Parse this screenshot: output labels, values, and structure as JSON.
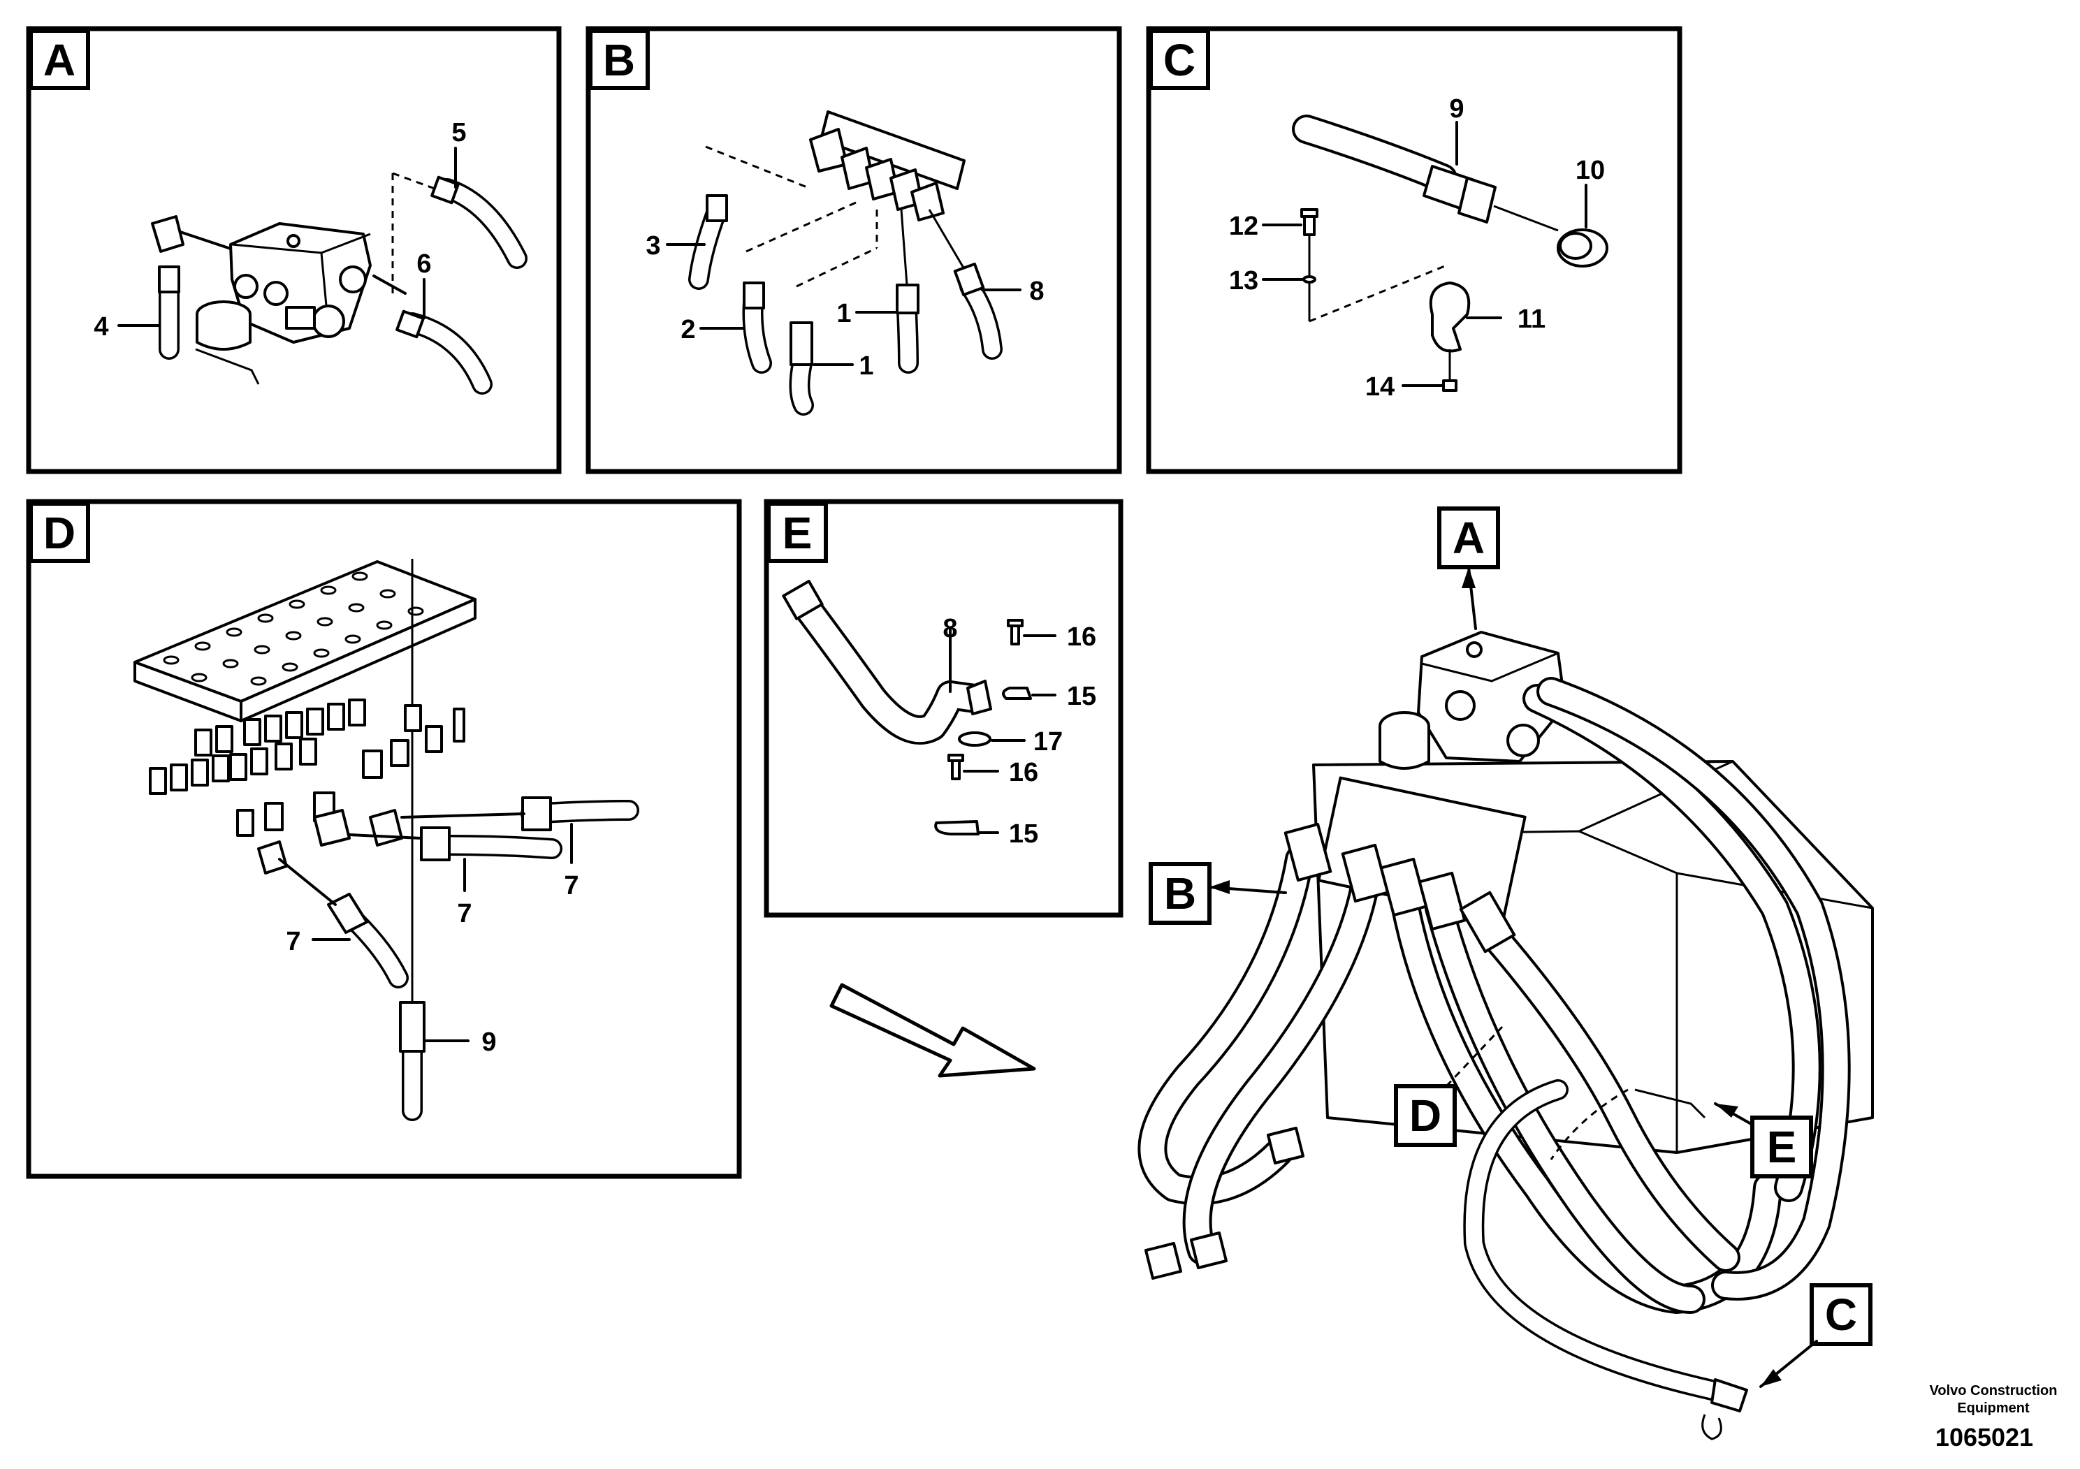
{
  "panels": {
    "A": {
      "letter": "A",
      "callouts": [
        "5",
        "6",
        "4"
      ]
    },
    "B": {
      "letter": "B",
      "callouts": [
        "3",
        "2",
        "1",
        "1",
        "8"
      ]
    },
    "C": {
      "letter": "C",
      "callouts": [
        "9",
        "10",
        "12",
        "13",
        "11",
        "14"
      ]
    },
    "D": {
      "letter": "D",
      "callouts": [
        "7",
        "7",
        "7",
        "9"
      ]
    },
    "E": {
      "letter": "E",
      "callouts": [
        "8",
        "16",
        "15",
        "17",
        "16",
        "15"
      ]
    }
  },
  "overview": {
    "pointers": [
      "A",
      "B",
      "D",
      "E",
      "C"
    ]
  },
  "footer": {
    "company_line1": "Volvo Construction",
    "company_line2": "Equipment",
    "drawing_number": "1065021"
  },
  "icons": [
    "view-direction-arrow-icon"
  ]
}
